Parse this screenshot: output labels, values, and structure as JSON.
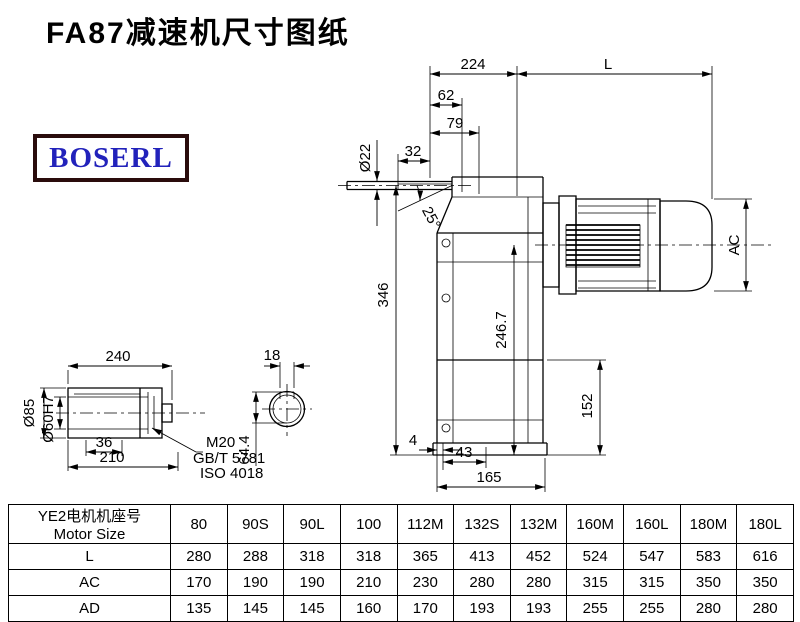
{
  "title": "FA87减速机尺寸图纸",
  "logo_text": "BOSERL",
  "dims": {
    "d224": "224",
    "dL": "L",
    "d62": "62",
    "d79": "79",
    "d32": "32",
    "phi22": "Ø22",
    "angle25": "25°",
    "d346": "346",
    "d246_7": "246.7",
    "dAC": "AC",
    "d152": "152",
    "d4": "4",
    "d43": "43",
    "d165": "165",
    "d240": "240",
    "d36": "36",
    "d210": "210",
    "phi85": "Ø85",
    "phi60h7": "Ø60H7",
    "d18": "18",
    "d64_4": "64.4",
    "bolt_spec": "M20",
    "std_gb": "GB/T 5781",
    "std_iso": "ISO 4018"
  },
  "table": {
    "header_cn": "YE2电机机座号",
    "header_en": "Motor Size",
    "sizes": [
      "80",
      "90S",
      "90L",
      "100",
      "112M",
      "132S",
      "132M",
      "160M",
      "160L",
      "180M",
      "180L"
    ],
    "rows": [
      {
        "label": "L",
        "values": [
          "280",
          "288",
          "318",
          "318",
          "365",
          "413",
          "452",
          "524",
          "547",
          "583",
          "616"
        ]
      },
      {
        "label": "AC",
        "values": [
          "170",
          "190",
          "190",
          "210",
          "230",
          "280",
          "280",
          "315",
          "315",
          "350",
          "350"
        ]
      },
      {
        "label": "AD",
        "values": [
          "135",
          "145",
          "145",
          "160",
          "170",
          "193",
          "193",
          "255",
          "255",
          "280",
          "280"
        ]
      }
    ]
  }
}
